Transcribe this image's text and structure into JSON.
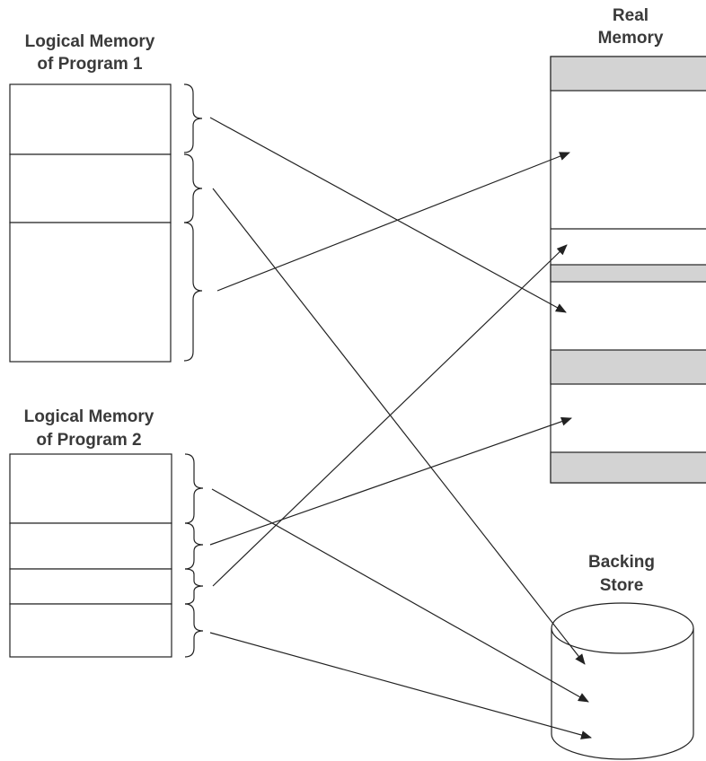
{
  "labels": {
    "program1_line1": "Logical Memory",
    "program1_line2": "of Program 1",
    "program2_line1": "Logical Memory",
    "program2_line2": "of Program 2",
    "real_line1": "Real",
    "real_line2": "Memory",
    "backing_line1": "Backing",
    "backing_line2": "Store"
  },
  "colors": {
    "stroke": "#222222",
    "shaded_region": "#d3d3d3",
    "text": "#3a3a3a"
  }
}
